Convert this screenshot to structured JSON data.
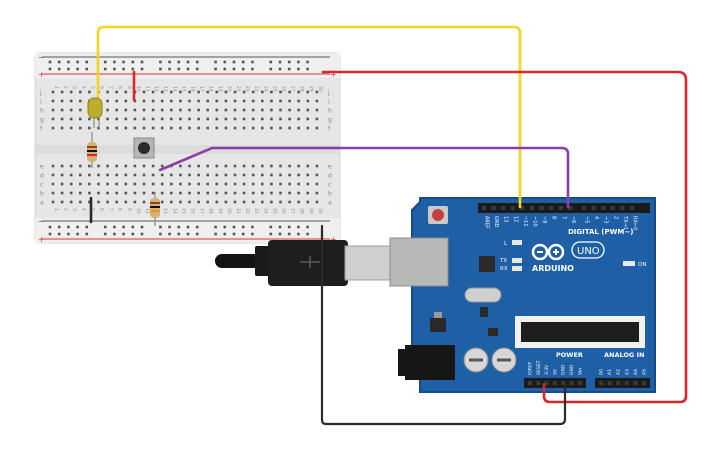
{
  "breadboard": {
    "row_letters_top": [
      "j",
      "i",
      "h",
      "g",
      "f"
    ],
    "row_letters_bottom": [
      "e",
      "d",
      "c",
      "b",
      "a"
    ],
    "column_numbers": [
      "1",
      "2",
      "3",
      "4",
      "5",
      "6",
      "7",
      "8",
      "9",
      "10",
      "11",
      "12",
      "13",
      "14",
      "15",
      "16",
      "17",
      "18",
      "19",
      "20",
      "21",
      "22",
      "23",
      "24",
      "25",
      "26",
      "27",
      "28",
      "29",
      "30"
    ],
    "rail_plus": "+",
    "rail_minus": "−"
  },
  "arduino": {
    "brand": "ARDUINO",
    "model": "UNO",
    "digital_label": "DIGITAL (PWM~)",
    "power_label": "POWER",
    "analog_label": "ANALOG IN",
    "on_label": "ON",
    "led_labels": [
      "L",
      "TX",
      "RX"
    ],
    "top_header_pins": [
      "AREF",
      "GND",
      "13",
      "12",
      "~11",
      "~10",
      "~9",
      "8",
      "7",
      "~6",
      "~5",
      "4",
      "~3",
      "2",
      "TX→1",
      "RX←0"
    ],
    "power_pins": [
      "IOREF",
      "RESET",
      "3.3V",
      "5V",
      "GND",
      "GND",
      "Vin"
    ],
    "analog_pins": [
      "A0",
      "A1",
      "A2",
      "A3",
      "A4",
      "A5"
    ]
  },
  "wires": {
    "yellow": "#f2d51e",
    "red": "#d6282b",
    "purple": "#8a3ea8",
    "black": "#2b2b2b"
  },
  "colors": {
    "board_blue": "#1f5fa5",
    "board_dark_blue": "#174b86",
    "breadboard": "#eaeaea"
  }
}
